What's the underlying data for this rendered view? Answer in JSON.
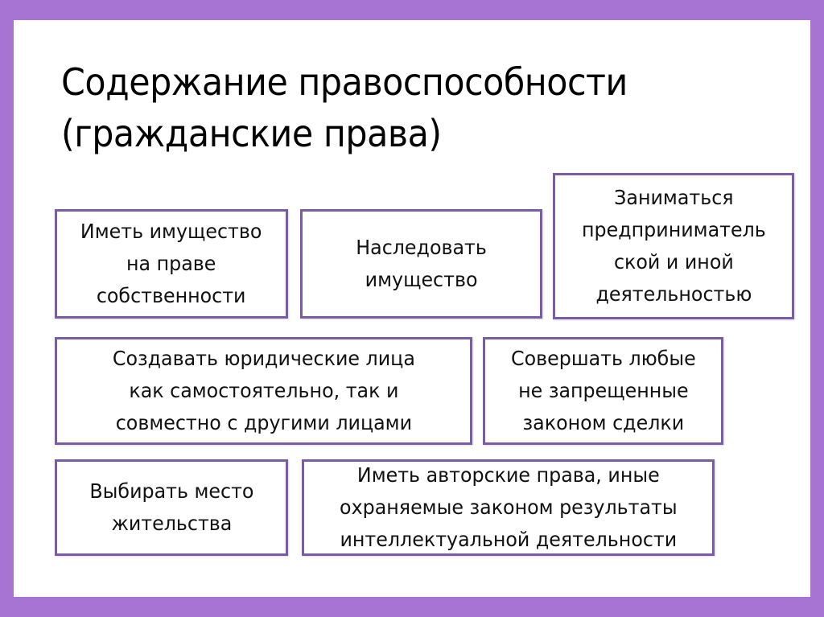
{
  "slide": {
    "title_line1": "Содержание правоспособности",
    "title_line2": "(гражданские права)",
    "colors": {
      "frame": "#a874d4",
      "box_border": "#7a5ba8",
      "background": "#ffffff",
      "text": "#111111"
    }
  },
  "boxes": [
    {
      "id": "own-property",
      "text": "Иметь имущество\nна праве\nсобственности"
    },
    {
      "id": "inherit-property",
      "text": "Наследовать\nимущество"
    },
    {
      "id": "business-activity",
      "text": "Заниматься\nпредприниматель\nской и иной\nдеятельностью"
    },
    {
      "id": "create-legal-entities",
      "text": "Создавать юридические лица\nкак самостоятельно, так и\nсовместно с другими лицами"
    },
    {
      "id": "make-transactions",
      "text": "Совершать любые\nне запрещенные\nзаконом сделки"
    },
    {
      "id": "choose-residence",
      "text": "Выбирать место\nжительства"
    },
    {
      "id": "copyright",
      "text": "Иметь авторские права, иные\nохраняемые законом результаты\nинтеллектуальной деятельности"
    }
  ]
}
